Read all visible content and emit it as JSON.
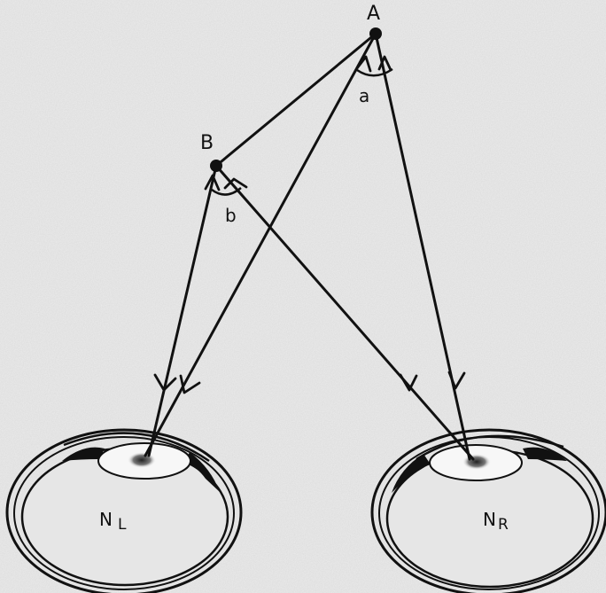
{
  "diagram": {
    "points": {
      "a": {
        "label": "A"
      },
      "b": {
        "label": "B"
      }
    },
    "angles": {
      "a": {
        "label": "a"
      },
      "b": {
        "label": "b"
      }
    },
    "eyes": {
      "left": {
        "label_main": "N",
        "label_sub": "L"
      },
      "right": {
        "label_main": "N",
        "label_sub": "R"
      }
    }
  },
  "colors": {
    "background": "#ececec",
    "ink": "#111111",
    "eye_fill": "#e6e6e6",
    "lens_fill": "#f7f7f7"
  }
}
